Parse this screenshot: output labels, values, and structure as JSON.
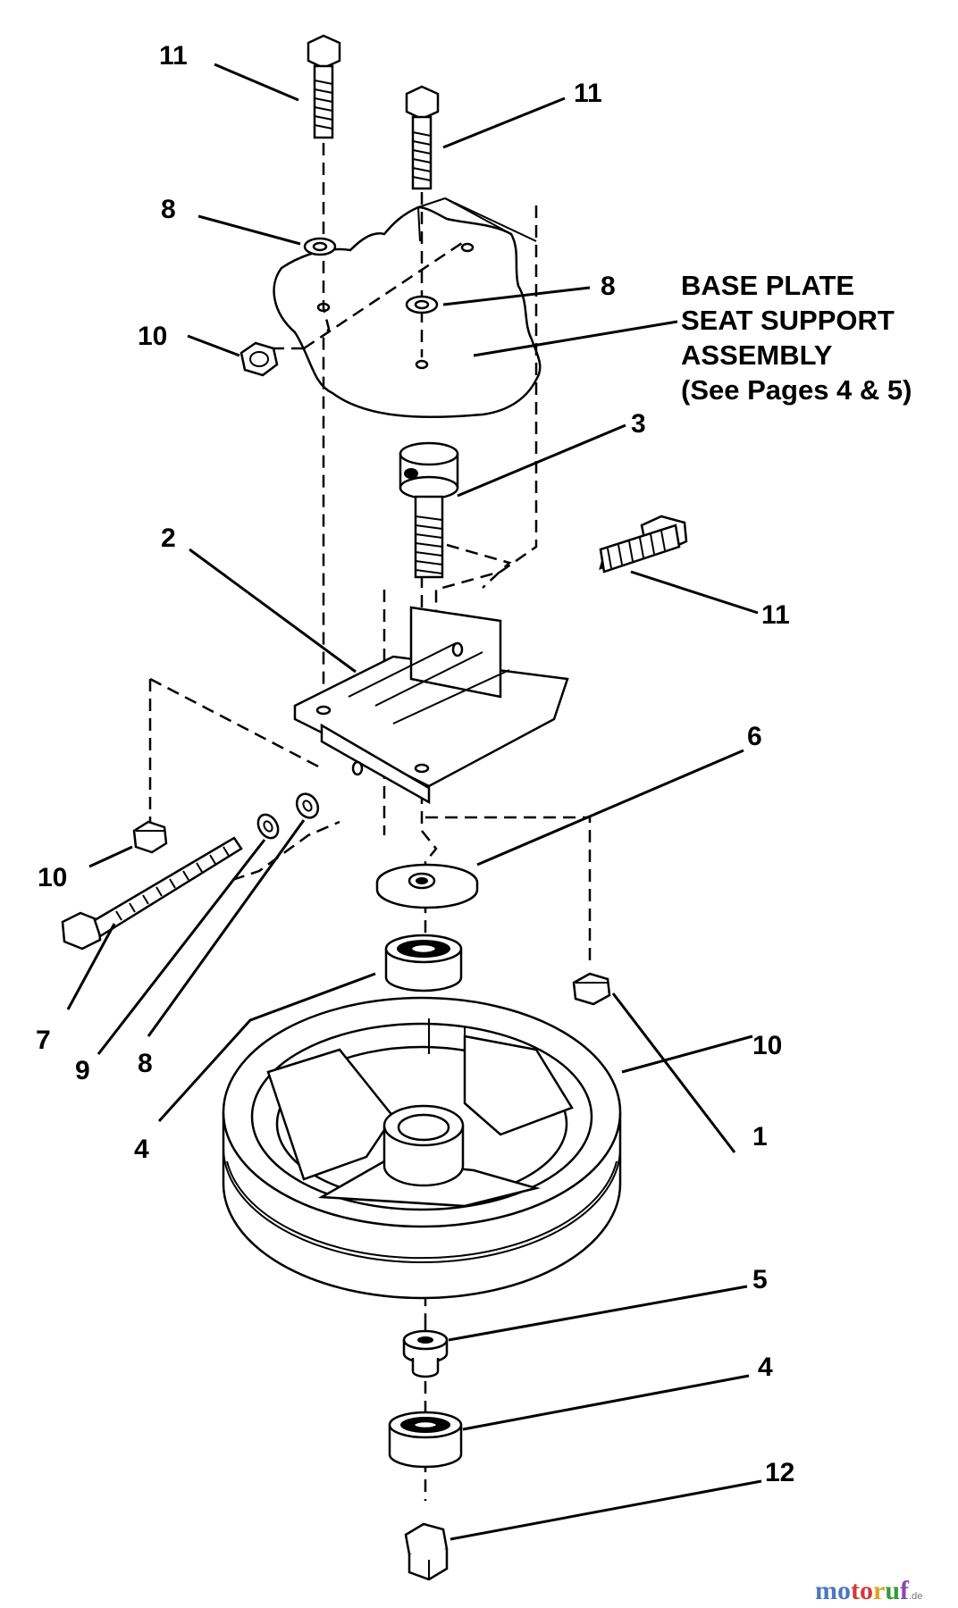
{
  "callouts": {
    "c11a": "11",
    "c11b": "11",
    "c11c": "11",
    "c8a": "8",
    "c8b": "8",
    "c8c": "8",
    "c10a": "10",
    "c10b": "10",
    "c10c": "10",
    "c3": "3",
    "c2": "2",
    "c6": "6",
    "c7": "7",
    "c9": "9",
    "c4a": "4",
    "c4b": "4",
    "c1": "1",
    "c5": "5",
    "c12": "12"
  },
  "note": {
    "line1": "BASE PLATE",
    "line2": "SEAT SUPPORT",
    "line3": "ASSEMBLY",
    "line4": "(See Pages 4 & 5)"
  },
  "watermark": {
    "p1": "mo",
    "p2": "to",
    "p3": "r",
    "p4": "u",
    "p5": "f",
    "suffix": ".de"
  },
  "icons": [
    "hex-bolt-icon",
    "hex-nut-icon",
    "flat-washer-icon",
    "ball-bearing-icon",
    "v-pulley-icon",
    "shoulder-bolt-icon",
    "idler-bracket-icon"
  ]
}
